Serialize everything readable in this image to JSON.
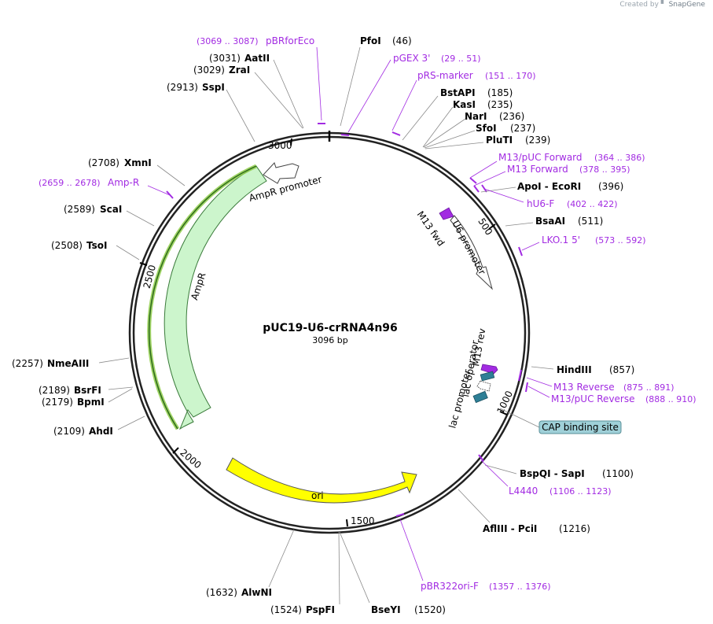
{
  "brand": {
    "created_by": "Created by",
    "app": "SnapGene"
  },
  "plasmid": {
    "name": "pUC19-U6-crRNA4n96",
    "length_label": "3096 bp",
    "length": 3096
  },
  "ticks": [
    "500",
    "1000",
    "1500",
    "2000",
    "2500",
    "3000"
  ],
  "enzymes": [
    {
      "name": "PfoI",
      "pos": "(46)"
    },
    {
      "name": "BstAPI",
      "pos": "(185)"
    },
    {
      "name": "KasI",
      "pos": "(235)"
    },
    {
      "name": "NarI",
      "pos": "(236)"
    },
    {
      "name": "SfoI",
      "pos": "(237)"
    },
    {
      "name": "PluTI",
      "pos": "(239)"
    },
    {
      "name": "ApoI - EcoRI",
      "pos": "(396)"
    },
    {
      "name": "BsaAI",
      "pos": "(511)"
    },
    {
      "name": "HindIII",
      "pos": "(857)"
    },
    {
      "name": "BspQI - SapI",
      "pos": "(1100)"
    },
    {
      "name": "AflIII - PciI",
      "pos": "(1216)"
    },
    {
      "name": "BseYI",
      "pos": "(1520)"
    },
    {
      "name": "PspFI",
      "pos": "(1524)"
    },
    {
      "name": "AlwNI",
      "pos": "(1632)"
    },
    {
      "name": "AhdI",
      "pos": "(2109)"
    },
    {
      "name": "BpmI",
      "pos": "(2179)"
    },
    {
      "name": "BsrFI",
      "pos": "(2189)"
    },
    {
      "name": "NmeAIII",
      "pos": "(2257)"
    },
    {
      "name": "TsoI",
      "pos": "(2508)"
    },
    {
      "name": "ScaI",
      "pos": "(2589)"
    },
    {
      "name": "XmnI",
      "pos": "(2708)"
    },
    {
      "name": "SspI",
      "pos": "(2913)"
    },
    {
      "name": "ZraI",
      "pos": "(3029)"
    },
    {
      "name": "AatII",
      "pos": "(3031)"
    }
  ],
  "primers": [
    {
      "name": "pBRforEco",
      "range": "(3069 .. 3087)"
    },
    {
      "name": "pGEX 3'",
      "range": "(29 .. 51)"
    },
    {
      "name": "pRS-marker",
      "range": "(151 .. 170)"
    },
    {
      "name": "M13/pUC Forward",
      "range": "(364 .. 386)"
    },
    {
      "name": "M13 Forward",
      "range": "(378 .. 395)"
    },
    {
      "name": "hU6-F",
      "range": "(402 .. 422)"
    },
    {
      "name": "LKO.1 5'",
      "range": "(573 .. 592)"
    },
    {
      "name": "M13 Reverse",
      "range": "(875 .. 891)"
    },
    {
      "name": "M13/pUC Reverse",
      "range": "(888 .. 910)"
    },
    {
      "name": "L4440",
      "range": "(1106 .. 1123)"
    },
    {
      "name": "pBR322ori-F",
      "range": "(1357 .. 1376)"
    },
    {
      "name": "Amp-R",
      "range": "(2659 .. 2678)"
    }
  ],
  "features": [
    {
      "name": "AmpR promoter",
      "color": "#ffffff"
    },
    {
      "name": "AmpR",
      "color": "#ccf5cc"
    },
    {
      "name": "U6 promoter",
      "color": "#ffffff"
    },
    {
      "name": "M13 fwd",
      "color": "#a22be2"
    },
    {
      "name": "ori",
      "color": "#ffff00"
    },
    {
      "name": "lac operator",
      "color": "#2e7f96"
    },
    {
      "name": "M13 rev",
      "color": "#a22be2"
    },
    {
      "name": "lac promoter",
      "color": "#ffffff"
    },
    {
      "name": "CAP binding site",
      "color": "#9fd0d8"
    }
  ],
  "colors": {
    "primer": "#a22be2",
    "ampr_highlight": "#8fcc4a",
    "ring": "#222222"
  }
}
